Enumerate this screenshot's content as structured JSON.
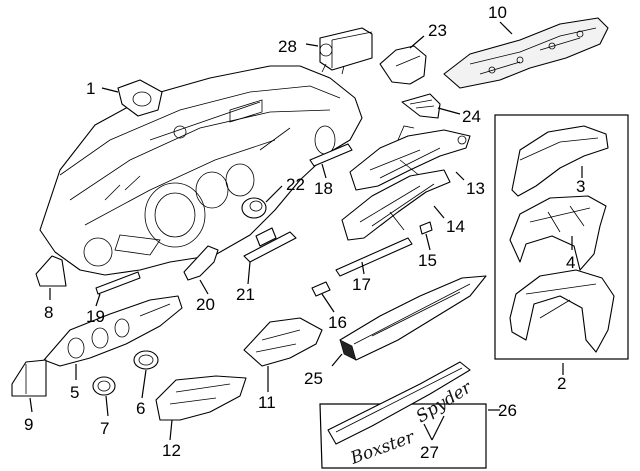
{
  "callouts": {
    "c1": "1",
    "c2": "2",
    "c3": "3",
    "c4": "4",
    "c5": "5",
    "c6": "6",
    "c7": "7",
    "c8": "8",
    "c9": "9",
    "c10": "10",
    "c11": "11",
    "c12": "12",
    "c13": "13",
    "c14": "14",
    "c15": "15",
    "c16": "16",
    "c17": "17",
    "c18": "18",
    "c19": "19",
    "c20": "20",
    "c21": "21",
    "c22": "22",
    "c23": "23",
    "c24": "24",
    "c25": "25",
    "c26": "26",
    "c27": "27",
    "c28": "28"
  },
  "emblem": {
    "word1": "Boxster",
    "word2": "Spyder"
  }
}
